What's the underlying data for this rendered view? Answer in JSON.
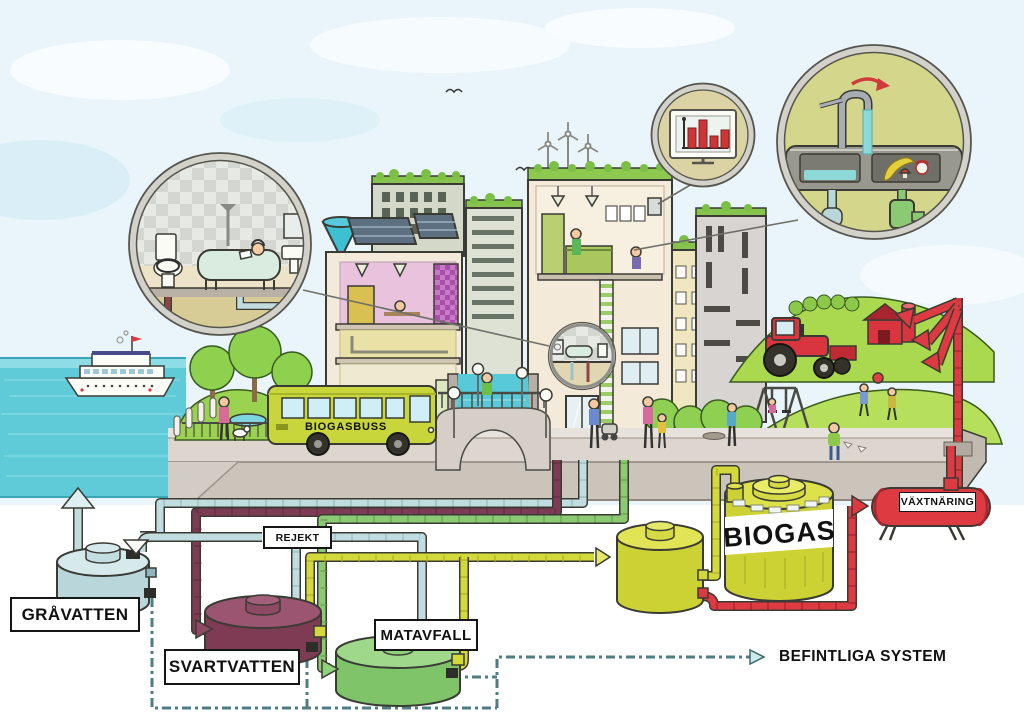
{
  "labels": {
    "gravatten": "GRÅVATTEN",
    "svartvatten": "SVARTVATTEN",
    "matavfall": "MATAVFALL",
    "rejekt": "REJEKT",
    "biogas": "BIOGAS",
    "vaxtnaring": "VÄXTNÄRING",
    "befintliga_system": "BEFINTLIGA SYSTEM",
    "biogasbuss": "BIOGASBUSS"
  },
  "flow_colors": {
    "greywater": "#c2dde0",
    "blackwater": "#7e3c54",
    "food_waste": "#8cc973",
    "biogas": "#d4d93b",
    "plant_nutrient": "#dd3a42",
    "existing_systems_dashed": "#4e7d84"
  },
  "icons": [
    "ferry-boat-icon",
    "biogas-bus-icon",
    "arch-bridge-icon",
    "wind-turbine-icon",
    "solar-panel-icon",
    "water-tower-icon",
    "tractor-icon",
    "barn-icon",
    "swing-set-icon",
    "bathroom-inset-icon",
    "bar-chart-inset-icon",
    "kitchen-sink-inset-icon",
    "greywater-tank-icon",
    "blackwater-tank-icon",
    "food-waste-tank-icon",
    "digester-tank-icon",
    "biogas-tank-icon",
    "nutrient-tank-icon"
  ],
  "inset_chart": {
    "type": "bar",
    "bars_relative_height": [
      0.63,
      0.88,
      0.38,
      0.56
    ],
    "color": "#cc3636"
  }
}
